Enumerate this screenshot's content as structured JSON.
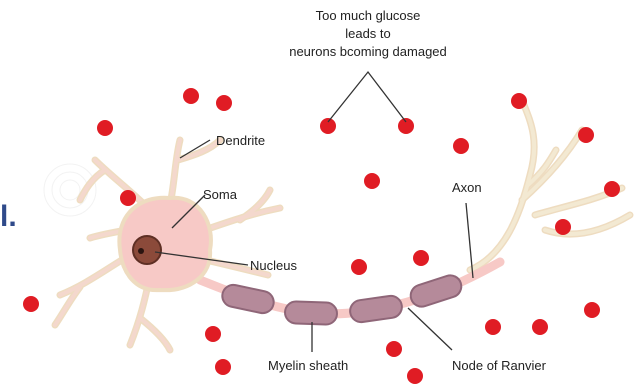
{
  "callout": {
    "line1": "Too much glucose",
    "line2": "leads to",
    "line3": "neurons bcoming damaged"
  },
  "labels": {
    "dendrite": "Dendrite",
    "soma": "Soma",
    "nucleus": "Nucleus",
    "axon": "Axon",
    "myelin_sheath": "Myelin sheath",
    "node_of_ranvier": "Node of Ranvier"
  },
  "edge_glyph": "l.",
  "colors": {
    "glucose_dot": "#e01c24",
    "neuron_body": "#f7c9c6",
    "neuron_outline": "#eedcc0",
    "myelin": "#b58a9a",
    "nucleus": "#8b4a3a",
    "leader_line": "#333333",
    "edge_glyph": "#2f4a8a"
  }
}
